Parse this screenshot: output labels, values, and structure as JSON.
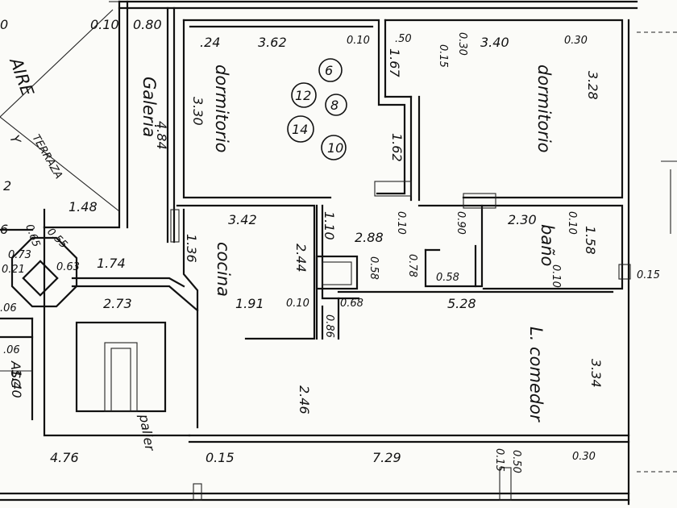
{
  "rooms": {
    "dormitorio_left": "dormitorio",
    "dormitorio_right": "dormitorio",
    "cocina": "cocina",
    "bano": "baño",
    "comedor": "L. comedor",
    "galeria": "Galeria",
    "aire": "AIRE",
    "y": "Y",
    "terraza": "TERRAZA",
    "palier": "palier",
    "asc": "ASC"
  },
  "dimensions": {
    "top_010": "0.10",
    "top_080": "0.80",
    "d_024": ".24",
    "d_362": "3.62",
    "d_010b": "0.10",
    "d_050": ".50",
    "d_015a": "0.15",
    "d_030a": "0.30",
    "d_340": "3.40",
    "d_030b": "0.30",
    "d_328": "3.28",
    "d_330": "3.30",
    "d_484": "4.84",
    "d_167": "1.67",
    "d_162": "1.62",
    "d_148": "1.48",
    "d_342": "3.42",
    "d_110": "1.10",
    "d_288": "2.88",
    "d_010c": "0.10",
    "d_090": "0.90",
    "d_230": "2.30",
    "d_010d": "0.10",
    "d_158": "1.58",
    "d_015b": "0.15",
    "d_136": "1.36",
    "d_244": "2.44",
    "d_058a": "0.58",
    "d_078": "0.78",
    "d_058b": "0.58",
    "d_010e": "0.10",
    "d_174": "1.74",
    "d_063": "0.63",
    "d_055": "0.55",
    "d_065": "0.65",
    "d_073": "0.73",
    "d_021": "0.21",
    "d_273": "2.73",
    "d_191": "1.91",
    "d_010f": "0.10",
    "d_068": "0.68",
    "d_528": "5.28",
    "d_086": "0.86",
    "d_334": "3.34",
    "d_246": "2.46",
    "d_140": "1.40",
    "d_006a": ".06",
    "d_006b": ".06",
    "d_476": "4.76",
    "d_015c": "0.15",
    "d_729": "7.29",
    "d_015d": "0.15",
    "d_050b": "0.50",
    "d_030c": "0.30",
    "d_2": "2",
    "d_0": "0",
    "d_6": "6"
  },
  "markers": [
    "6",
    "8",
    "10",
    "12",
    "14"
  ]
}
